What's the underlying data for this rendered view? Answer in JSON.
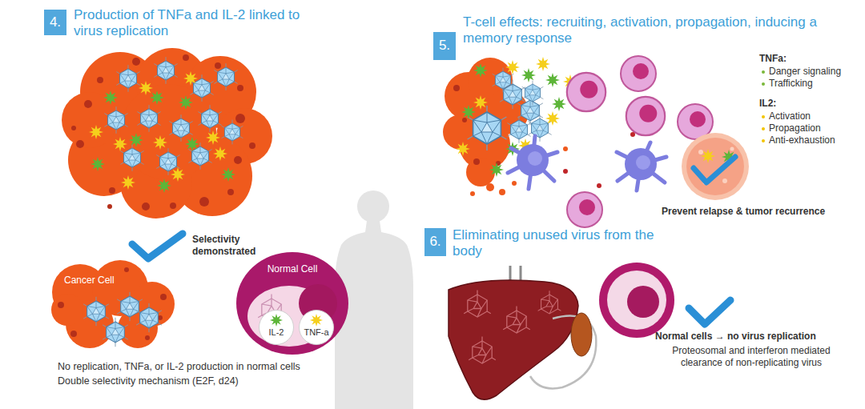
{
  "diagram": {
    "nodes": [
      {
        "text": [
          "4."
        ]
      },
      {
        "text": [
          "Cancer Cell"
        ]
      },
      {
        "text": [
          "Normal Cell"
        ]
      },
      {
        "text": [
          "IL-2"
        ],
        "in": 2
      },
      {
        "text": [
          "TNF-a"
        ],
        "in": 2
      },
      {
        "text": [
          "5."
        ]
      },
      {
        "text": [
          "6."
        ]
      }
    ],
    "labels": [
      "Production of TNFa and IL-2 linked to virus replication",
      "Selectivity demonstrated",
      "No replication, TNFa, or IL-2 production in normal cells",
      "Double selectivity mechanism (E2F, d24)",
      "T-cell effects: recruiting, activation, propagation, inducing a memory response",
      "TNFa:",
      "Danger signaling",
      "Trafficking",
      "IL2:",
      "Activation",
      "Propagation",
      "Anti-exhaustion",
      "Prevent relapse & tumor recurrence",
      "Eliminating unused virus from the body",
      "Normal cells → no virus replication",
      "Proteosomal and interferon mediated clearance of non-replicating virus"
    ]
  }
}
